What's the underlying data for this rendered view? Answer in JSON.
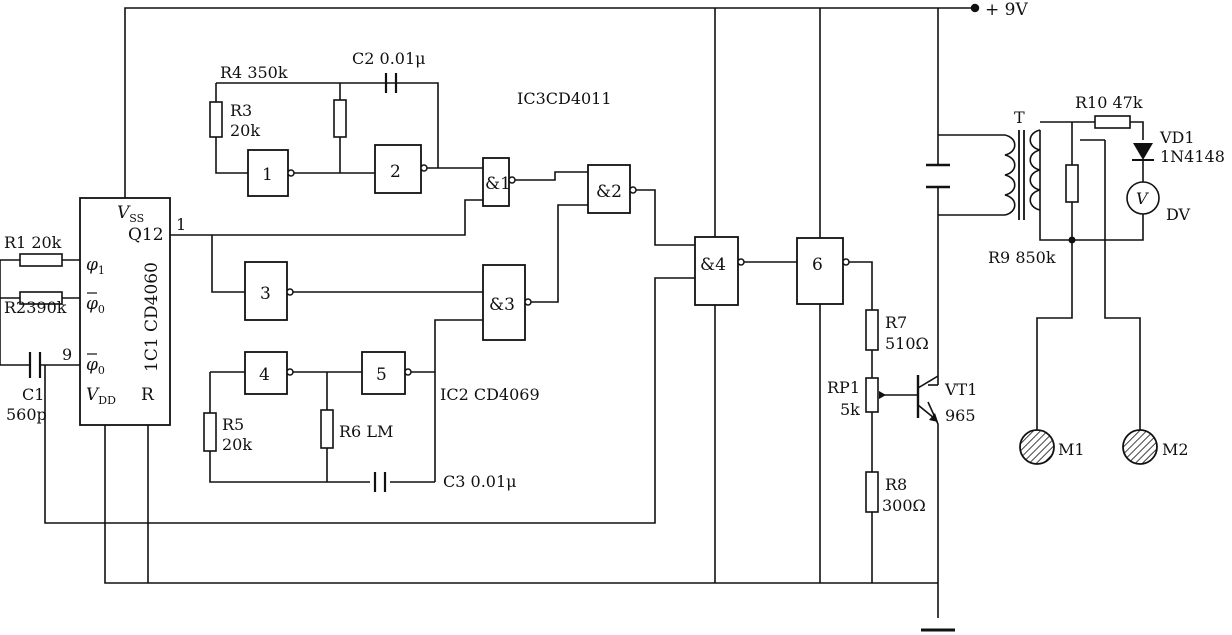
{
  "power": {
    "supply": "+ 9V"
  },
  "ic_labels": {
    "ic3": "IC3CD4011",
    "ic2": "IC2  CD4069"
  },
  "ic1": {
    "name": "1C1  CD4060",
    "vss": "V",
    "vss_sub": "SS",
    "q12": "Q12",
    "pin1": "1",
    "phi1": "φ",
    "phi1_sub": "1",
    "phi0a": "φ",
    "phi0a_sub": "0",
    "pin9": "9",
    "phi0b": "φ",
    "phi0b_sub": "0",
    "vdd": "V",
    "vdd_sub": "DD",
    "reset": "R"
  },
  "gates": {
    "g1": "1",
    "g2": "2",
    "g3": "3",
    "g4": "4",
    "g5": "5",
    "g6": "6",
    "n1": "&1",
    "n2": "&2",
    "n3": "&3",
    "n4": "&4"
  },
  "components": {
    "r1": "R1  20k",
    "r2": "R2390k",
    "c1_name": "C1",
    "c1_value": "560p",
    "r4": "R4  350k",
    "c2": "C2  0.01μ",
    "r3_name": "R3",
    "r3_value": "20k",
    "r5_name": "R5",
    "r5_value": "20k",
    "r6": "R6  LM",
    "c3": "C3  0.01μ",
    "r7_name": "R7",
    "r7_value": "510Ω",
    "rp1_name": "RP1",
    "rp1_value": "5k",
    "r8_name": "R8",
    "r8_value": "300Ω",
    "vt1_name": "VT1",
    "vt1_value": "965",
    "transformer": "T",
    "r10": "R10  47k",
    "vd1_name": "VD1",
    "vd1_value": "1N4148",
    "meter_symbol": "V",
    "meter_label": "DV",
    "r9": "R9  850k",
    "m1": "M1",
    "m2": "M2"
  }
}
